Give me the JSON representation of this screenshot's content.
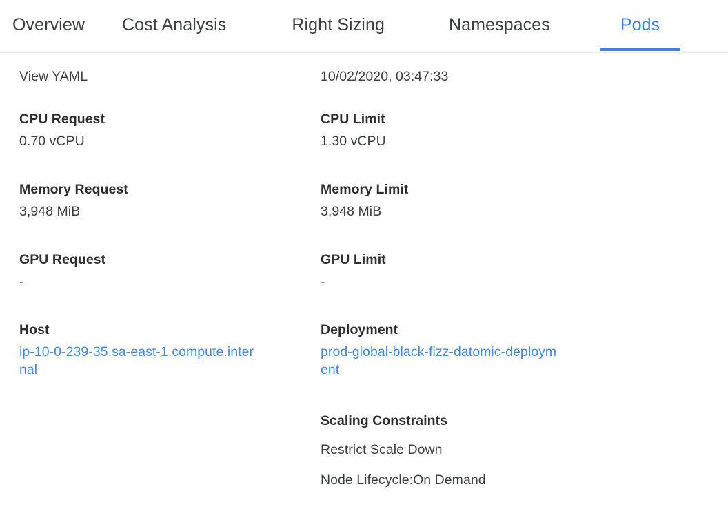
{
  "tabs": [
    {
      "id": "overview",
      "label": "Overview",
      "active": false
    },
    {
      "id": "cost",
      "label": "Cost Analysis",
      "active": false
    },
    {
      "id": "rightsizing",
      "label": "Right Sizing",
      "active": false
    },
    {
      "id": "namespaces",
      "label": "Namespaces",
      "active": false
    },
    {
      "id": "pods",
      "label": "Pods",
      "active": true
    }
  ],
  "colors": {
    "accent": "#3b82f0",
    "link": "#3d8bf2",
    "label_text": "#2f2f2f",
    "value_text": "#3c4043",
    "divider": "#ececec",
    "background": "#ffffff"
  },
  "left_column": {
    "view_yaml_link": "View YAML",
    "cpu_request": {
      "label": "CPU Request",
      "value": "0.70 vCPU"
    },
    "memory_request": {
      "label": "Memory Request",
      "value": "3,948 MiB"
    },
    "gpu_request": {
      "label": "GPU Request",
      "value": "-"
    },
    "host": {
      "label": "Host",
      "value": "ip-10-0-239-35.sa-east-1.compute.internal"
    }
  },
  "right_column": {
    "timestamp": "10/02/2020, 03:47:33",
    "cpu_limit": {
      "label": "CPU Limit",
      "value": "1.30 vCPU"
    },
    "memory_limit": {
      "label": "Memory Limit",
      "value": "3,948 MiB"
    },
    "gpu_limit": {
      "label": "GPU Limit",
      "value": "-"
    },
    "deployment": {
      "label": "Deployment",
      "value": "prod-global-black-fizz-datomic-deployment"
    },
    "scaling_constraints": {
      "label": "Scaling Constraints",
      "items": [
        "Restrict Scale Down",
        "Node Lifecycle:On Demand"
      ]
    }
  }
}
